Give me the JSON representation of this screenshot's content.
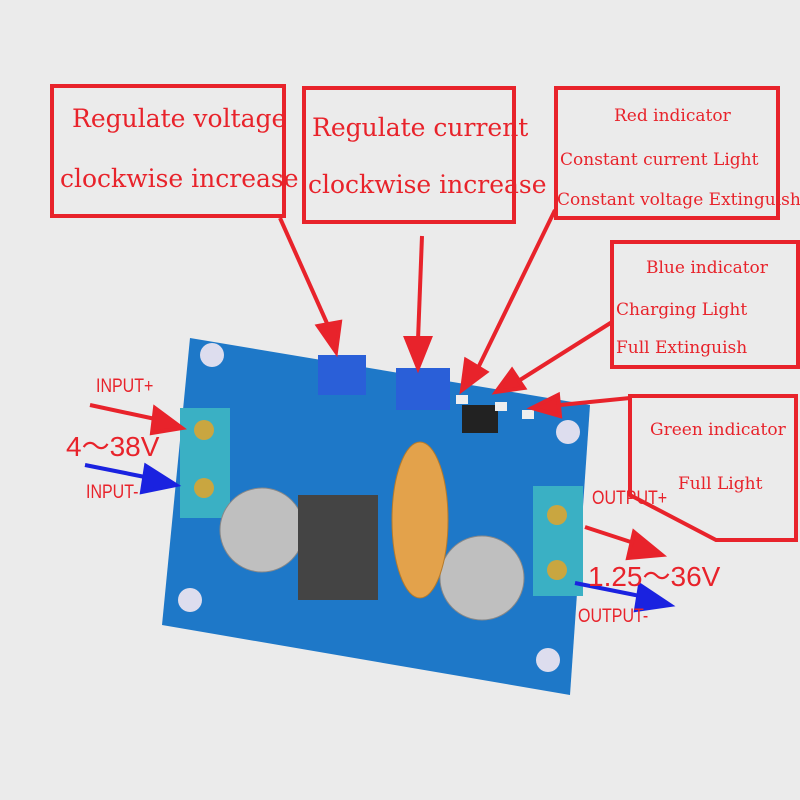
{
  "callouts": {
    "voltage": {
      "line1": "Regulate voltage",
      "line2": "clockwise increase"
    },
    "current": {
      "line1": "Regulate current",
      "line2": "clockwise  increase"
    },
    "red": {
      "title": "Red indicator",
      "line1": "Constant current Light",
      "line2": "Constant voltage Extinguish"
    },
    "blue": {
      "title": "Blue indicator",
      "line1": "Charging  Light",
      "line2": "Full Extinguish"
    },
    "green": {
      "title": "Green  indicator",
      "line1": "Full Light"
    }
  },
  "input": {
    "plus": "INPUT+",
    "minus": "INPUT-",
    "range": "4～38V"
  },
  "output": {
    "plus": "OUTPUT+",
    "minus": "OUTPUT-",
    "range": "1.25～36V"
  },
  "colors": {
    "annotation": "#e8232b",
    "negative_arrow": "#1a22e0",
    "pcb": "#1e78c8",
    "background": "#ebebeb"
  }
}
